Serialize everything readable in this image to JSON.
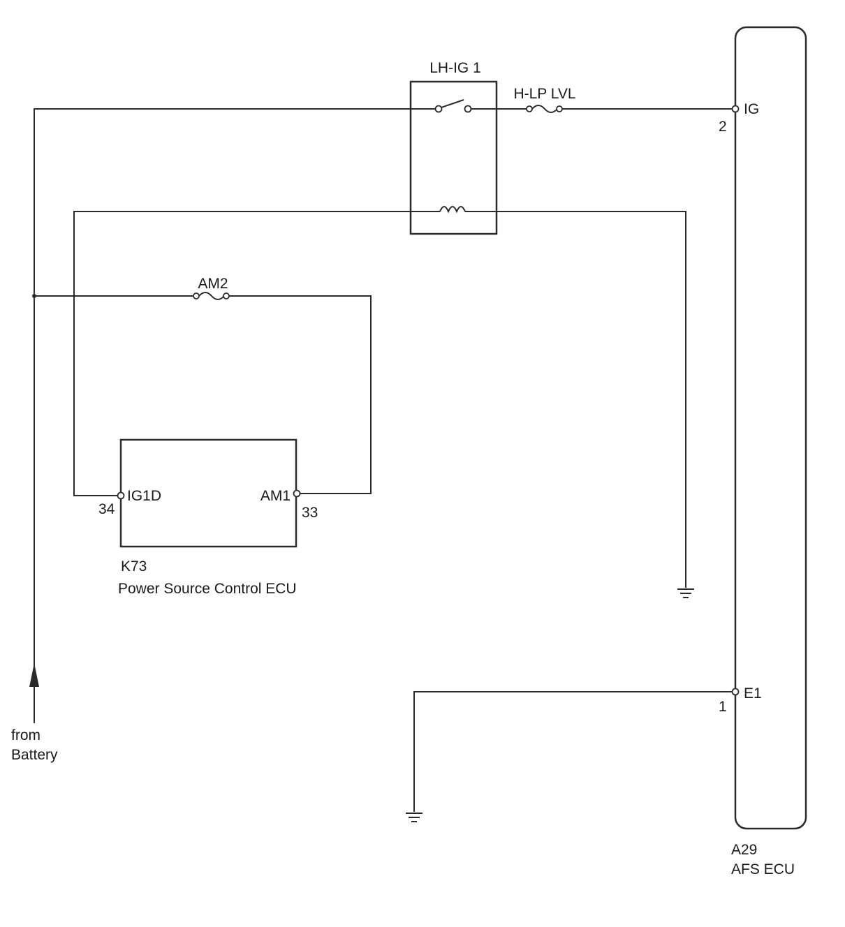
{
  "relay": {
    "name": "LH-IG 1"
  },
  "fuses": {
    "hlp_lvl": "H-LP LVL",
    "am2": "AM2"
  },
  "afs_ecu": {
    "connector": "A29",
    "name": "AFS ECU",
    "pins": [
      {
        "label": "IG",
        "number": "2"
      },
      {
        "label": "E1",
        "number": "1"
      }
    ]
  },
  "power_ecu": {
    "connector": "K73",
    "name": "Power Source Control ECU",
    "pins": [
      {
        "label": "IG1D",
        "number": "34"
      },
      {
        "label": "AM1",
        "number": "33"
      }
    ]
  },
  "battery": {
    "line1": "from",
    "line2": "Battery"
  },
  "colors": {
    "wire": "#2a2a2a",
    "background": "#ffffff"
  }
}
